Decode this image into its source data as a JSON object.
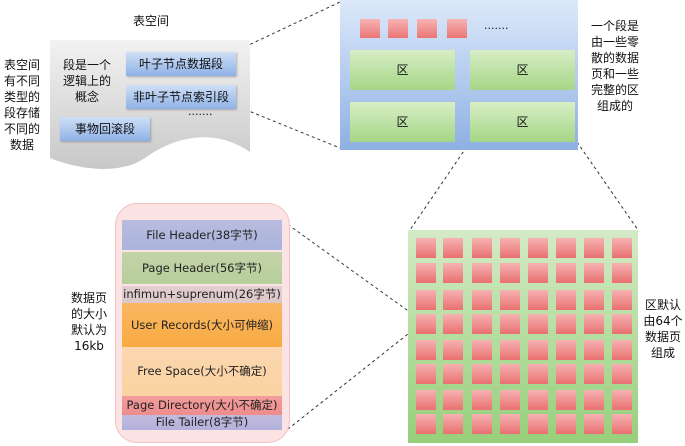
{
  "tablespace": {
    "title": "表空间",
    "side_note": "表空间\n有不同\n类型的\n段存储\n不同的\n数据",
    "concept_note": "段是一个\n逻辑上的\n概念",
    "segments": [
      "叶子节点数据段",
      "非叶子节点索引段",
      "事物回滚段"
    ],
    "ellipsis": "·······"
  },
  "segment": {
    "ellipsis": "·······",
    "extents": [
      "区",
      "区",
      "区",
      "区"
    ],
    "scattered_page_count": 4,
    "side_note": "一个段是\n由一些零\n散的数据\n页和一些\n完整的区\n组成的"
  },
  "page": {
    "side_note": "数据页\n的大小\n默认为\n16kb",
    "sections": [
      {
        "label": "File Header(38字节)",
        "color": "#a9b3dd"
      },
      {
        "label": "Page Header(56字节)",
        "color": "#b6cf9b"
      },
      {
        "label": "infimun+suprenum(26字节)",
        "color": "#dcc8cb"
      },
      {
        "label": "User Records(大小可伸缩)",
        "color": "#f9ab42"
      },
      {
        "label": "Free Space(大小不确定)",
        "color": "#fbd3a2"
      },
      {
        "label": "Page Directory(大小不确定)",
        "color": "#ef8c8c"
      },
      {
        "label": "File Tailer(8字节)",
        "color": "#b3b1dc"
      }
    ]
  },
  "extent": {
    "side_note": "区默认\n由64个\n数据页\n组成",
    "rows": 8,
    "cols": 8
  }
}
